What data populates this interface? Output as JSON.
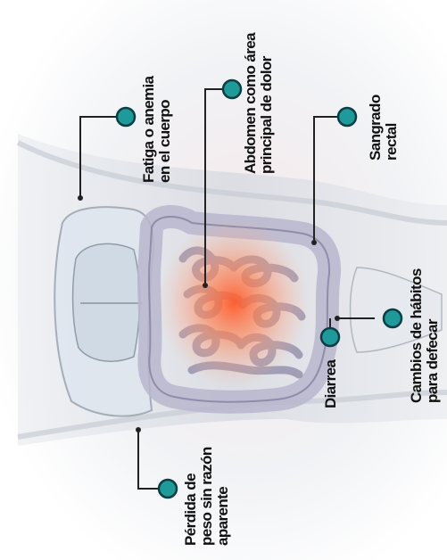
{
  "colors": {
    "marker": "#1f9a9a",
    "marker_stroke": "#0b3e44",
    "leader": "#222222",
    "pain": "#ff5a2a",
    "torso": "#d9dde3",
    "intestine": "#c8c6d6"
  },
  "annotations": [
    {
      "id": "fatigue",
      "lines": [
        "Fatiga o anemia",
        "en el cuerpo"
      ]
    },
    {
      "id": "abdominal-pain",
      "lines": [
        "Abdomen como área",
        "principal de dolor"
      ]
    },
    {
      "id": "rectal-bleeding",
      "lines": [
        "Sangrado",
        "rectal"
      ]
    },
    {
      "id": "bowel-habit-change",
      "lines": [
        "Cambios de hábitos",
        "para defecar"
      ]
    },
    {
      "id": "diarrhea",
      "lines": [
        "Diarrea"
      ]
    },
    {
      "id": "weight-loss",
      "lines": [
        "Pérdida de",
        "peso sin razón",
        "aparente"
      ]
    }
  ]
}
